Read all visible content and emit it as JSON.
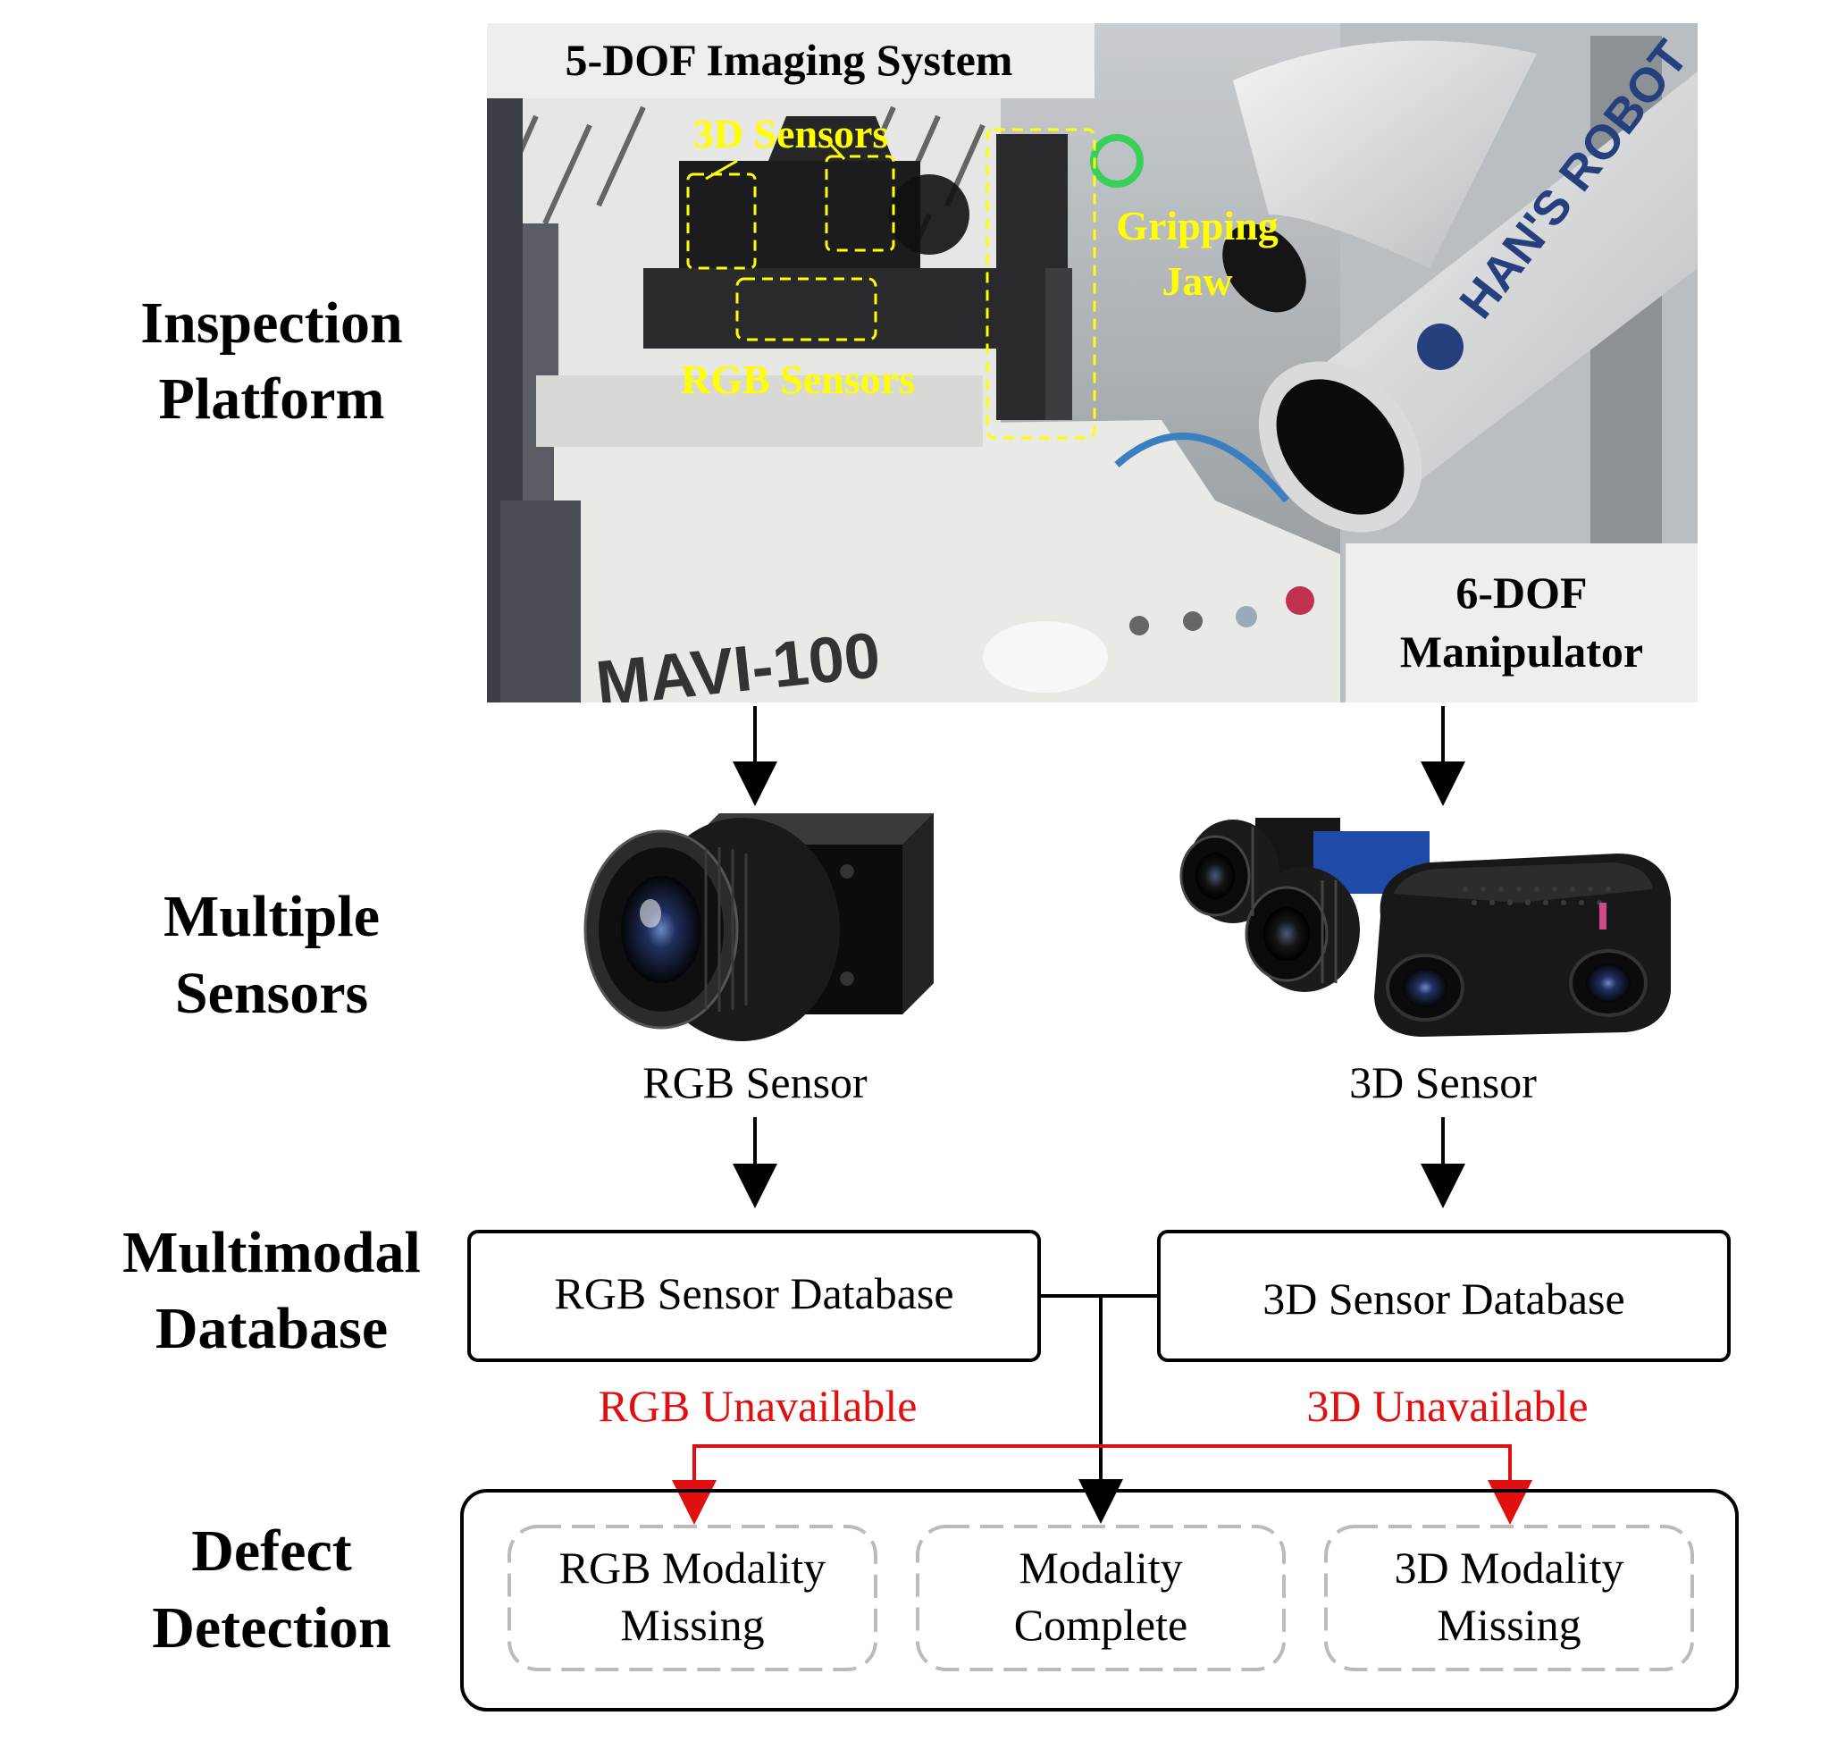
{
  "rows": {
    "inspection_platform": [
      "Inspection",
      "Platform"
    ],
    "multiple_sensors": [
      "Multiple",
      "Sensors"
    ],
    "multimodal_database": [
      "Multimodal",
      "Database"
    ],
    "defect_detection": [
      "Defect",
      "Detection"
    ]
  },
  "photo": {
    "imaging_system_label": "5-DOF Imaging System",
    "manipulator_label": [
      "6-DOF",
      "Manipulator"
    ],
    "sensors_3d_label": "3D Sensors",
    "rgb_sensors_label": "RGB Sensors",
    "gripping_jaw_label": [
      "Gripping",
      "Jaw"
    ],
    "robot_brand_text": "HAN'S ROBOT",
    "machine_text": "MAVI-100"
  },
  "sensors": {
    "rgb_caption": "RGB Sensor",
    "sensor_3d_caption": "3D Sensor"
  },
  "database": {
    "rgb_box": "RGB Sensor Database",
    "box_3d": "3D Sensor Database",
    "rgb_unavailable": "RGB Unavailable",
    "unavailable_3d": "3D Unavailable"
  },
  "detection": {
    "rgb_missing": [
      "RGB Modality",
      "Missing"
    ],
    "complete": [
      "Modality",
      "Complete"
    ],
    "missing_3d": [
      "3D Modality",
      "Missing"
    ]
  },
  "colors": {
    "red_path": "#e10f0f",
    "yellow_annotation": "#ffff00",
    "dashed_box": "#bbbbbb"
  }
}
